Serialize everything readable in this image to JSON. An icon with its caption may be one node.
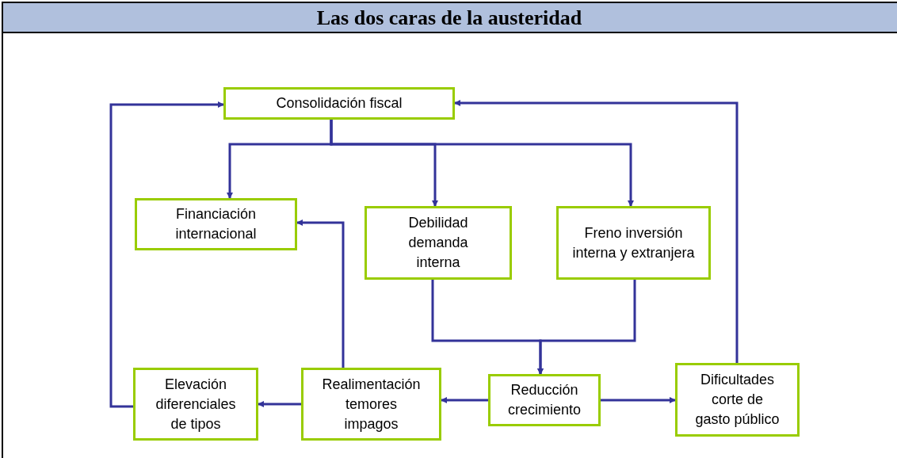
{
  "diagram": {
    "title": "Las dos caras de la austeridad",
    "nodes": [
      {
        "text": [
          "Consolidación fiscal"
        ]
      },
      {
        "text": [
          "Financiación internacional"
        ]
      },
      {
        "text": [
          "Debilidad demanda interna"
        ]
      },
      {
        "text": [
          "Freno inversión interna y extranjera"
        ]
      },
      {
        "text": [
          "Elevación diferenciales de tipos"
        ]
      },
      {
        "text": [
          "Realimentación temores impagos"
        ]
      },
      {
        "text": [
          "Reducción crecimiento"
        ]
      },
      {
        "text": [
          "Dificultades corte de gasto público"
        ]
      }
    ],
    "edges": [
      {
        "from": 0,
        "to": 1,
        "arrow": "to"
      },
      {
        "from": 0,
        "to": 2,
        "arrow": "to"
      },
      {
        "from": 0,
        "to": 3,
        "arrow": "to"
      },
      {
        "from": 2,
        "to": 6,
        "arrow": "to"
      },
      {
        "from": 3,
        "to": 6,
        "arrow": "to"
      },
      {
        "from": 6,
        "to": 5,
        "arrow": "to"
      },
      {
        "from": 5,
        "to": 4,
        "arrow": "to"
      },
      {
        "from": 6,
        "to": 7,
        "arrow": "to"
      },
      {
        "from": 5,
        "to": 1,
        "arrow": "to"
      },
      {
        "from": 4,
        "to": 0,
        "arrow": "to"
      },
      {
        "from": 7,
        "to": 0,
        "arrow": "to"
      }
    ]
  }
}
